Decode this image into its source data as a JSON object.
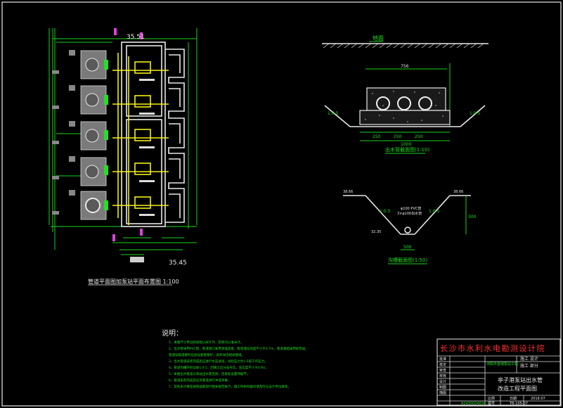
{
  "plan": {
    "elev_top": "35.51",
    "elev_bottom": "35.45",
    "title": "管道平面图加泵站平面布置图 1:100",
    "scale_note": "1:100"
  },
  "section": {
    "ground_label": "地面",
    "title": "出水管截面图(1:10)",
    "dims": [
      "756",
      "250",
      "250",
      "250",
      "1000"
    ],
    "slope_left": "1:0.5",
    "slope_right": "1:0.5"
  },
  "ditch": {
    "elev_left": "38.66",
    "elev_right": "38.66",
    "elev_bottom": "32.35",
    "pipe_label": "φ100 PVC管",
    "pipe_label2": "3×φ100出水管",
    "slope_left": "1:0.5",
    "slope_right": "1:0.5",
    "bottom_width": "500",
    "depth": "300",
    "title": "沟槽截面图(1:50)"
  },
  "notes": {
    "heading": "说明：",
    "lines": [
      "1、本图尺寸单位除高程以米计外，其余均以毫米计。",
      "2、出水管采用PVC管，管道接口采用承插连接，管道埋设深度不小于0.7m，管道基础采用砂垫层。",
      "   管道穿越道路时应加设套管保护，具体详见相关图纸。",
      "3、出水管道安装完成后应进行水压试验，试验压力为1.5倍工作压力。",
      "4、管道沟槽开挖边坡1:0.5，回填土应分层夯实，压实度不小于0.93。",
      "5、本图出水管道与泵站出水管连接，连接处设置伸缩节。",
      "6、管道安装完成后应对管道进行冲洗消毒。",
      "7、其他未尽事宜按照国家现行相关规范执行，施工时如有疑问请及时与设计单位联系。"
    ]
  },
  "titleblock": {
    "company": "长沙市水利水电勘测设计院",
    "left_rows": [
      "批准",
      "核定",
      "审查",
      "校核",
      "设计",
      "制图",
      "描图"
    ],
    "project": "浏阳市望城泵站工程",
    "phase_top": "施工 设计",
    "phase": "施工 部分",
    "drawing_title": "亭子港泵站出水管",
    "drawing_title2": "改造工程平面图",
    "scale_label": "比例",
    "date_label": "日期",
    "date": "2018.07",
    "drawing_no_label": "图号",
    "drawing_no": "TB-105-07",
    "cert_no": "A1430004634"
  }
}
